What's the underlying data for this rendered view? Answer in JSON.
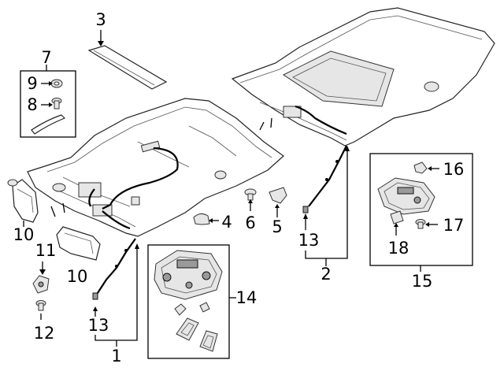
{
  "callouts": {
    "c1": "1",
    "c2": "2",
    "c3": "3",
    "c4": "4",
    "c5": "5",
    "c6": "6",
    "c7": "7",
    "c8": "8",
    "c9": "9",
    "c10a": "10",
    "c10b": "10",
    "c11": "11",
    "c12": "12",
    "c13a": "13",
    "c13b": "13",
    "c14": "14",
    "c15": "15",
    "c16": "16",
    "c17": "17",
    "c18": "18"
  }
}
